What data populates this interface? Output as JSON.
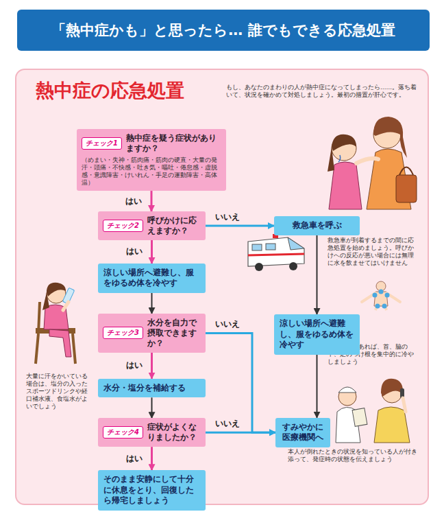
{
  "diagram": {
    "title": "「熱中症かも」と思ったら… 誰でもできる応急処置",
    "nodes": [
      {
        "text": [
          "チェック1",
          "熱中症を疑う症状がありますか？",
          "（めまい・失神・筋肉痛・筋肉の硬直・大量の発汗・頭痛・不快感・吐き気・嘔吐・倦怠感・虚脱感・意識障害・けいれん・手足の運動障害・高体温）"
        ]
      },
      {
        "text": [
          "チェック2",
          "呼びかけに応えますか？"
        ]
      },
      {
        "text": [
          "涼しい場所へ避難し、服をゆるめ体を冷やす"
        ]
      },
      {
        "text": [
          "チェック3",
          "水分を自力で摂取できますか？"
        ]
      },
      {
        "text": [
          "水分・塩分を補給する"
        ]
      },
      {
        "text": [
          "チェック4",
          "症状がよくなりましたか？"
        ]
      },
      {
        "text": [
          "そのまま安静にして十分に休息をとり、回復したら帰宅しましょう"
        ]
      },
      {
        "text": [
          "救急車を呼ぶ"
        ]
      },
      {
        "text": [
          "涼しい場所へ避難し、服をゆるめ体を冷やす"
        ]
      },
      {
        "text": [
          "すみやかに医療機関へ"
        ]
      }
    ],
    "edges": [
      {
        "from": 0,
        "to": 1,
        "label": "はい",
        "arrow": "to"
      },
      {
        "from": 1,
        "to": 2,
        "label": "はい",
        "arrow": "to"
      },
      {
        "from": 2,
        "to": 3,
        "arrow": "to"
      },
      {
        "from": 3,
        "to": 4,
        "label": "はい",
        "arrow": "to"
      },
      {
        "from": 4,
        "to": 5,
        "arrow": "to"
      },
      {
        "from": 5,
        "to": 6,
        "label": "はい",
        "arrow": "to"
      },
      {
        "from": 1,
        "to": 7,
        "label": "いいえ",
        "arrow": "to"
      },
      {
        "from": 7,
        "to": 8,
        "arrow": "to"
      },
      {
        "from": 8,
        "to": 9,
        "arrow": "to"
      },
      {
        "from": 3,
        "to": 9,
        "label": "いいえ",
        "arrow": "to"
      },
      {
        "from": 5,
        "to": 9,
        "label": "いいえ",
        "arrow": "to"
      }
    ],
    "labels": [
      "熱中症の応急処置",
      "もし、あなたのまわりの人が熱中症になってしまったら……。落ち着いて、状況を確かめて対処しましょう。最初の措置が肝心です。",
      "救急車が到着するまでの間に応急処置を始めましょう。呼びかけへの反応が悪い場合には無理に水を飲ませてはいけません",
      "氷のう等があれば、首、脇の下、足のつけ根を集中的に冷やしましょう",
      "大量に汗をかいている場合は、塩分の入ったスポーツドリンクや経口補水液、食塩水がよいでしょう",
      "本人が倒れたときの状況を知っている人が付き添って、発症時の状態を伝えましょう"
    ]
  }
}
